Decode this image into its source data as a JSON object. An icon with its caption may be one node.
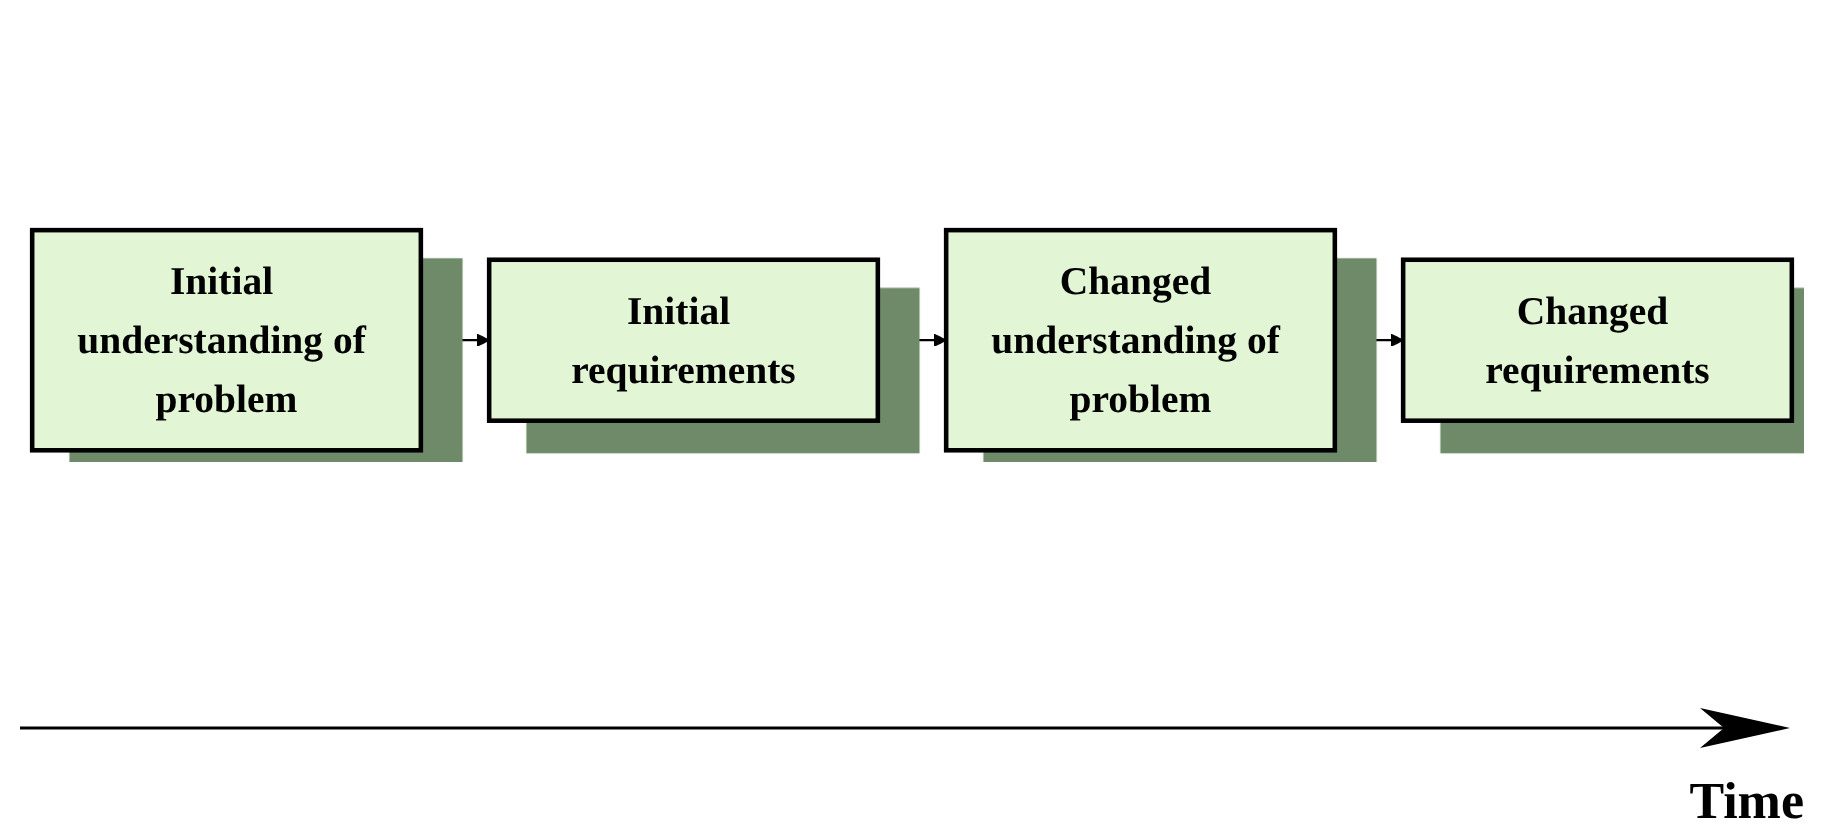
{
  "diagram": {
    "nodes": [
      {
        "text": [
          "Initial understanding of problem"
        ]
      },
      {
        "text": [
          "Initial requirements"
        ]
      },
      {
        "text": [
          "Changed understanding of problem"
        ]
      },
      {
        "text": [
          "Changed requirements"
        ]
      }
    ],
    "edges": [
      {
        "from": 0,
        "to": 1,
        "arrow": "to"
      },
      {
        "from": 1,
        "to": 2,
        "arrow": "to"
      },
      {
        "from": 2,
        "to": 3,
        "arrow": "to"
      }
    ],
    "labels": [
      "Time"
    ]
  }
}
